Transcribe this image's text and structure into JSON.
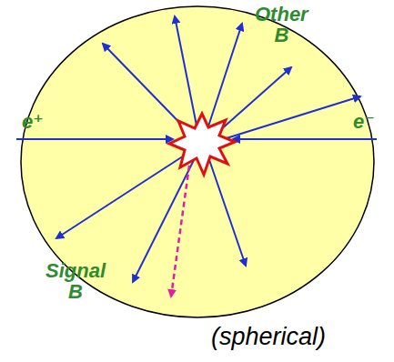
{
  "diagram": {
    "labels": [
      "Other B",
      "e⁺",
      "e⁻",
      "Signal B",
      "(spherical)"
    ]
  }
}
